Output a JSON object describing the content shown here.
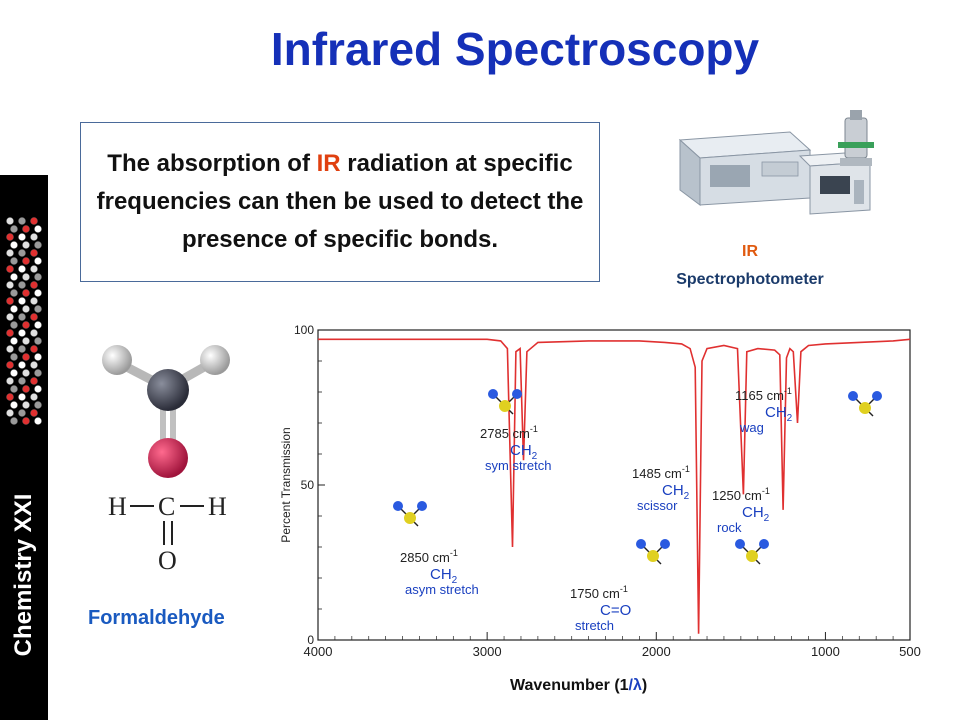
{
  "title": "Infrared Spectroscopy",
  "definition": {
    "before": "The absorption of ",
    "highlight": "IR",
    "after": " radiation at specific frequencies can then be used to detect the presence of specific bonds."
  },
  "instrument": {
    "line1": "IR",
    "line2": "Spectrophotometer"
  },
  "sidebar": {
    "label": "Chemistry XXI"
  },
  "molecule": {
    "name": "Formaldehyde",
    "lewis": {
      "h_left": "H",
      "c": "C",
      "h_right": "H",
      "o": "O"
    }
  },
  "colors": {
    "title": "#1530b8",
    "accent": "#e04010",
    "spectrum_line": "#e03030",
    "annotation": "#1a40c0"
  },
  "axis_unit": {
    "label": "Wavenumber (1",
    "symbol": "/λ",
    "close": ")"
  },
  "chart_data": {
    "type": "line",
    "title": "",
    "xlabel": "Wavenumber (1/λ)",
    "ylabel": "Percent Transmission",
    "xlim": [
      4000,
      500
    ],
    "ylim": [
      0,
      100
    ],
    "x_reversed": true,
    "grid": false,
    "xticks": [
      "4000",
      "3000",
      "2000",
      "1000",
      "500"
    ],
    "yticks": [
      "0",
      "50",
      "100"
    ],
    "series": [
      {
        "color": "#e03030",
        "points": [
          [
            4000,
            97
          ],
          [
            3500,
            97
          ],
          [
            3000,
            97
          ],
          [
            2920,
            96.5
          ],
          [
            2880,
            94
          ],
          [
            2850,
            30
          ],
          [
            2830,
            93
          ],
          [
            2805,
            94
          ],
          [
            2785,
            58
          ],
          [
            2765,
            93
          ],
          [
            2700,
            96
          ],
          [
            2400,
            96.5
          ],
          [
            2100,
            96.5
          ],
          [
            1950,
            96
          ],
          [
            1850,
            95.5
          ],
          [
            1800,
            94
          ],
          [
            1770,
            88
          ],
          [
            1750,
            2
          ],
          [
            1730,
            90
          ],
          [
            1700,
            94
          ],
          [
            1600,
            95
          ],
          [
            1520,
            94
          ],
          [
            1485,
            47
          ],
          [
            1465,
            93
          ],
          [
            1400,
            94
          ],
          [
            1300,
            93.5
          ],
          [
            1270,
            92
          ],
          [
            1250,
            42
          ],
          [
            1230,
            91
          ],
          [
            1210,
            94
          ],
          [
            1190,
            93
          ],
          [
            1165,
            70
          ],
          [
            1145,
            93
          ],
          [
            1100,
            95
          ],
          [
            1000,
            95.5
          ],
          [
            800,
            96
          ],
          [
            600,
            96.5
          ],
          [
            500,
            97
          ]
        ]
      }
    ],
    "annotations": [
      {
        "wavenumber": "2785 cm",
        "exp": "-1",
        "group": "CH",
        "sub": "2",
        "mode": "sym stretch"
      },
      {
        "wavenumber": "2850 cm",
        "exp": "-1",
        "group": "CH",
        "sub": "2",
        "mode": "asym stretch"
      },
      {
        "wavenumber": "1750 cm",
        "exp": "-1",
        "group": "C=O",
        "sub": "",
        "mode": "stretch"
      },
      {
        "wavenumber": "1485 cm",
        "exp": "-1",
        "group": "CH",
        "sub": "2",
        "mode": "scissor"
      },
      {
        "wavenumber": "1250 cm",
        "exp": "-1",
        "group": "CH",
        "sub": "2",
        "mode": "rock"
      },
      {
        "wavenumber": "1165 cm",
        "exp": "-1",
        "group": "CH",
        "sub": "2",
        "mode": "wag"
      }
    ]
  }
}
